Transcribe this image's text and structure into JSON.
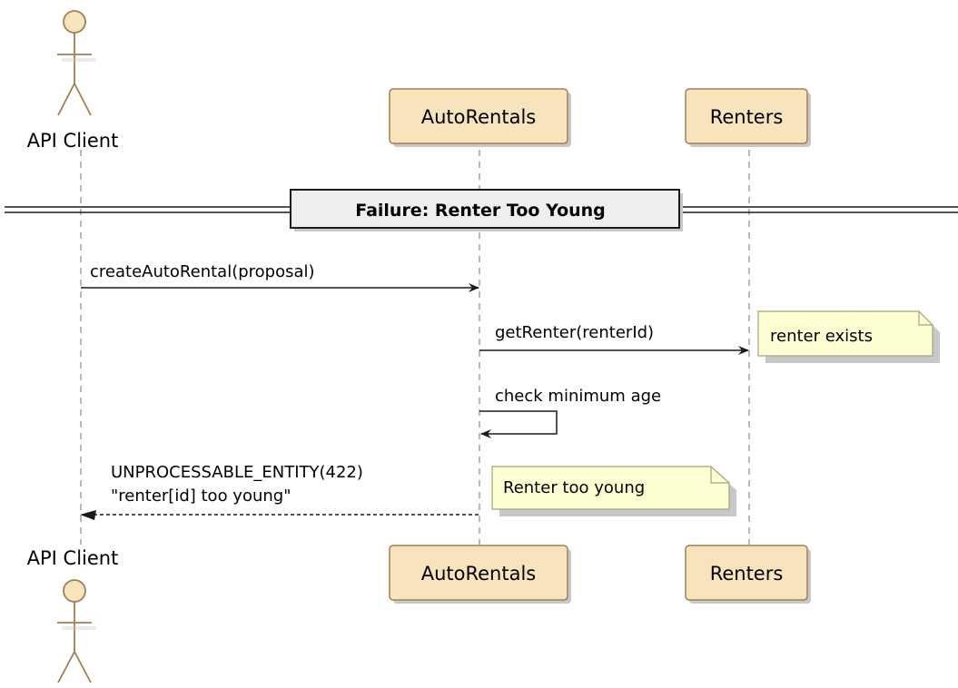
{
  "participants": [
    {
      "name": "API Client",
      "kind": "actor"
    },
    {
      "name": "AutoRentals",
      "kind": "participant"
    },
    {
      "name": "Renters",
      "kind": "participant"
    }
  ],
  "divider": {
    "label": "Failure: Renter Too Young"
  },
  "messages": [
    {
      "label": "createAutoRental(proposal)",
      "from": "API Client",
      "to": "AutoRentals",
      "style": "solid"
    },
    {
      "label": "getRenter(renterId)",
      "from": "AutoRentals",
      "to": "Renters",
      "style": "solid"
    },
    {
      "label": "check minimum age",
      "from": "AutoRentals",
      "to": "AutoRentals",
      "style": "solid"
    },
    {
      "label_line1": "UNPROCESSABLE_ENTITY(422)",
      "label_line2": "\"renter[id] too young\"",
      "from": "AutoRentals",
      "to": "API Client",
      "style": "dashed"
    }
  ],
  "notes": [
    {
      "text": "renter exists"
    },
    {
      "text": "Renter too young"
    }
  ],
  "colors": {
    "participant_fill": "#F8E4BC",
    "participant_border": "#A07F52",
    "note_fill": "#FEFFD3",
    "divider_fill": "#EEEEEE"
  }
}
